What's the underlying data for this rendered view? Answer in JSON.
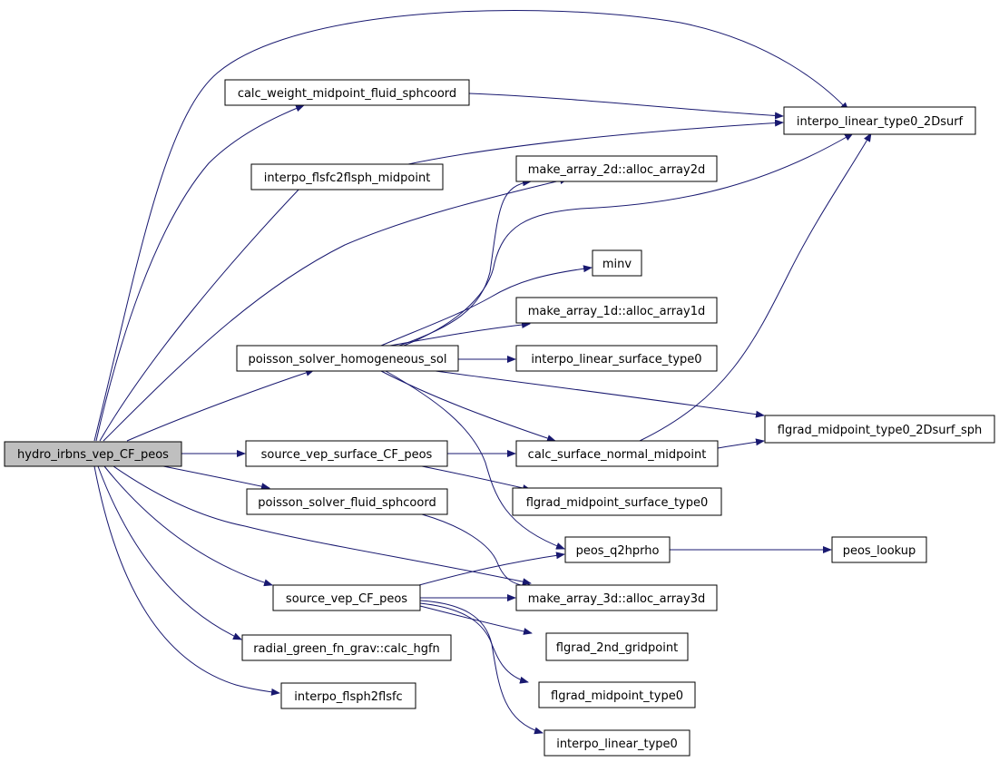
{
  "colors": {
    "edge": "#191970",
    "box_fill": "#ffffff",
    "root_fill": "#bfbfbf",
    "box_stroke": "#000000"
  },
  "nodes": {
    "root": "hydro_irbns_vep_CF_peos",
    "calc_weight": "calc_weight_midpoint_fluid_sphcoord",
    "interpo_2dsurf": "interpo_linear_type0_2Dsurf",
    "interpo_flsfc2flsph": "interpo_flsfc2flsph_midpoint",
    "alloc2d": "make_array_2d::alloc_array2d",
    "minv": "minv",
    "alloc1d": "make_array_1d::alloc_array1d",
    "poisson_homog": "poisson_solver_homogeneous_sol",
    "interpo_surface": "interpo_linear_surface_type0",
    "flgrad_2dsurf_sph": "flgrad_midpoint_type0_2Dsurf_sph",
    "source_surface": "source_vep_surface_CF_peos",
    "calc_surface_normal": "calc_surface_normal_midpoint",
    "poisson_fluid": "poisson_solver_fluid_sphcoord",
    "flgrad_surface": "flgrad_midpoint_surface_type0",
    "peos_q2hprho": "peos_q2hprho",
    "peos_lookup": "peos_lookup",
    "source_vep": "source_vep_CF_peos",
    "alloc3d": "make_array_3d::alloc_array3d",
    "flgrad_2nd": "flgrad_2nd_gridpoint",
    "calc_hgfn": "radial_green_fn_grav::calc_hgfn",
    "flgrad_type0": "flgrad_midpoint_type0",
    "interpo_flsph2flsfc": "interpo_flsph2flsfc",
    "interpo_type0": "interpo_linear_type0"
  }
}
